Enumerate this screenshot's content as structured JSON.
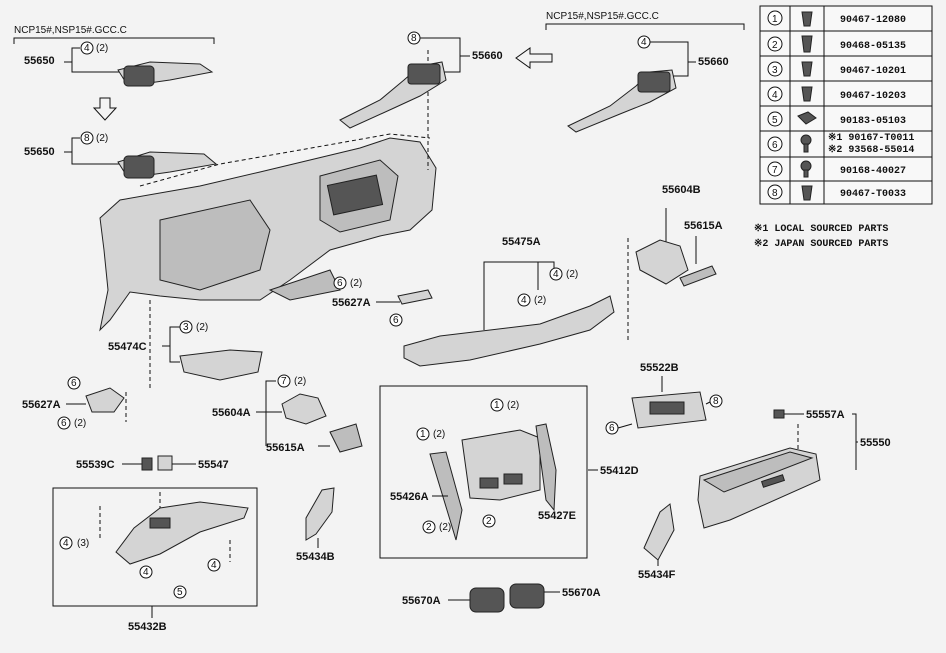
{
  "headers": {
    "left_model": "NCP15#,NSP15#.GCC.C",
    "right_model": "NCP15#,NSP15#.GCC.C"
  },
  "labels": {
    "p55650_top": "55650",
    "p55650_bot": "55650",
    "p55660_left": "55660",
    "p55660_right": "55660",
    "p55604b": "55604B",
    "p55615a_r": "55615A",
    "p55475a": "55475A",
    "p55627a_mid": "55627A",
    "p55474c": "55474C",
    "p55627a_left": "55627A",
    "p55604a": "55604A",
    "p55615a_l": "55615A",
    "p55539c": "55539C",
    "p55547": "55547",
    "p55432b": "55432B",
    "p55434b": "55434B",
    "p55426a": "55426A",
    "p55412d": "55412D",
    "p55427e": "55427E",
    "p55522b": "55522B",
    "p55557a": "55557A",
    "p55550": "55550",
    "p55434f": "55434F",
    "p55670a_l": "55670A",
    "p55670a_r": "55670A"
  },
  "callouts": {
    "c1": "4",
    "c1q": "(2)",
    "c2": "8",
    "c2q": "(2)",
    "c3": "8",
    "c4": "4",
    "c5": "6",
    "c5q": "(2)",
    "c6": "6",
    "c7": "4",
    "c7q": "(2)",
    "c8": "4",
    "c8q": "(2)",
    "c9": "3",
    "c9q": "(2)",
    "c10": "6",
    "c11": "6",
    "c11q": "(2)",
    "c12": "7",
    "c12q": "(2)",
    "c13": "1",
    "c13q": "(2)",
    "c14": "1",
    "c14q": "(2)",
    "c15": "2",
    "c15q": "(2)",
    "c16": "2",
    "c17": "6",
    "c18": "8",
    "c19": "4",
    "c19q": "(3)",
    "c20": "4",
    "c21": "5",
    "c22": "4"
  },
  "fastener_table": [
    {
      "num": "1",
      "part": "90467-12080"
    },
    {
      "num": "2",
      "part": "90468-05135"
    },
    {
      "num": "3",
      "part": "90467-10201"
    },
    {
      "num": "4",
      "part": "90467-10203"
    },
    {
      "num": "5",
      "part": "90183-05103"
    },
    {
      "num": "6",
      "part": "※1  90167-T0011",
      "part2": "※2  93568-55014"
    },
    {
      "num": "7",
      "part": "90168-40027"
    },
    {
      "num": "8",
      "part": "90467-T0033"
    }
  ],
  "notes": {
    "note1": "※1 LOCAL SOURCED PARTS",
    "note2": "※2 JAPAN SOURCED PARTS"
  }
}
